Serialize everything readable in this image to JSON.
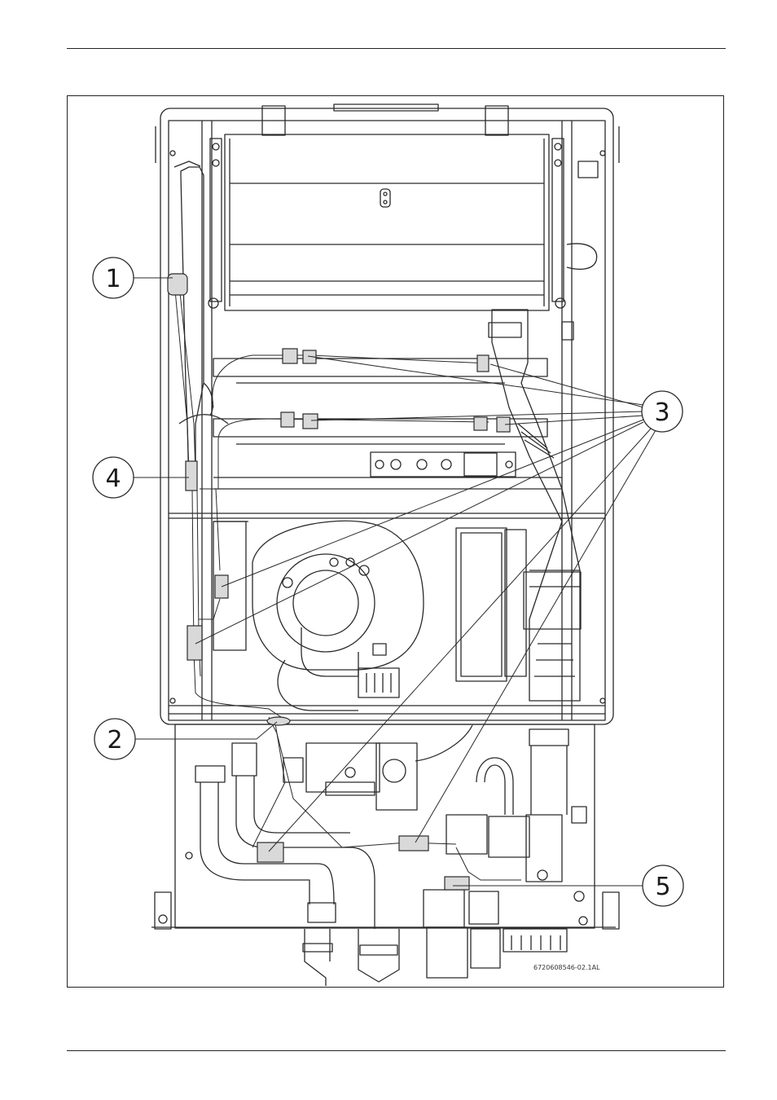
{
  "figure": {
    "callouts": [
      {
        "id": "callout-1",
        "label": "1"
      },
      {
        "id": "callout-2",
        "label": "2"
      },
      {
        "id": "callout-3",
        "label": "3"
      },
      {
        "id": "callout-4",
        "label": "4"
      },
      {
        "id": "callout-5",
        "label": "5"
      }
    ],
    "drawing_code": "6720608546-02.1AL"
  },
  "colors": {
    "line": "#2a2a2a",
    "component_fill": "#d9d9d9",
    "clip_fill": "#cfcfcf",
    "background": "#ffffff"
  }
}
